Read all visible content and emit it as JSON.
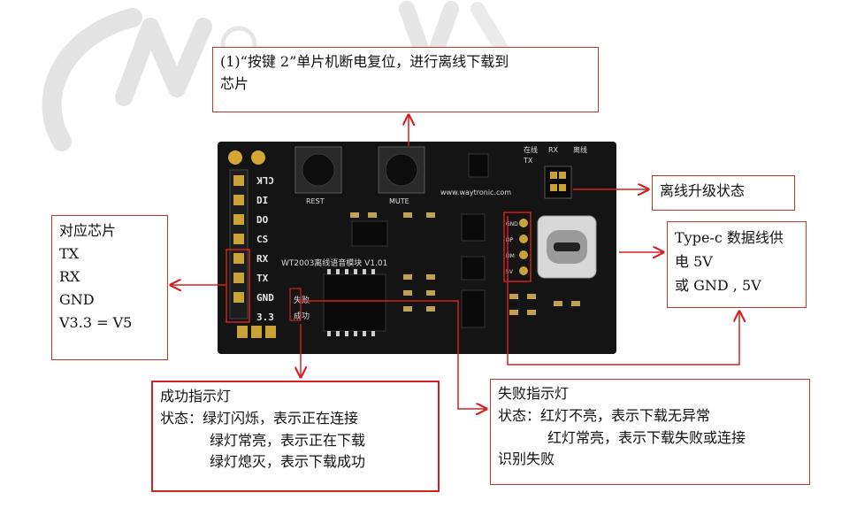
{
  "callouts": {
    "top": {
      "lines": [
        "(1)“按键 2”单片机断电复位，进行离线下载到",
        "芯片"
      ]
    },
    "left": {
      "lines": [
        "对应芯片",
        "TX",
        "RX",
        "GND",
        "V3.3 = V5"
      ]
    },
    "offline": {
      "text": "离线升级状态"
    },
    "typec": {
      "lines": [
        "Type-c 数据线供",
        "电 5V",
        "或 GND , 5V"
      ]
    },
    "success": {
      "title": "成功指示灯",
      "status_label": "状态：",
      "lines": [
        "绿灯闪烁，表示正在连接",
        "绿灯常亮，表示正在下载",
        "绿灯熄灭，表示下载成功"
      ]
    },
    "fail": {
      "title": "失败指示灯",
      "status_label": "状态：",
      "lines": [
        "红灯不亮，表示下载无异常",
        "红灯常亮，表示下载失败或连接",
        "识别失败"
      ]
    }
  },
  "board": {
    "left_pins": [
      "CLK",
      "DI",
      "DO",
      "CS",
      "RX",
      "TX",
      "GND",
      "3.3"
    ],
    "button_labels": [
      "REST",
      "MUTE"
    ],
    "url": "www.waytronic.com",
    "model": "WT2003离线语音模块 V1.01",
    "led_labels": [
      "失败",
      "成功"
    ],
    "right_pins": [
      "GND",
      "DP",
      "DM",
      "5V"
    ],
    "jumper_labels": [
      "在线",
      "RX",
      "离线",
      "TX"
    ]
  },
  "colors": {
    "callout_border": "#d42020",
    "board": "#111111",
    "arrow": "#d42020"
  }
}
